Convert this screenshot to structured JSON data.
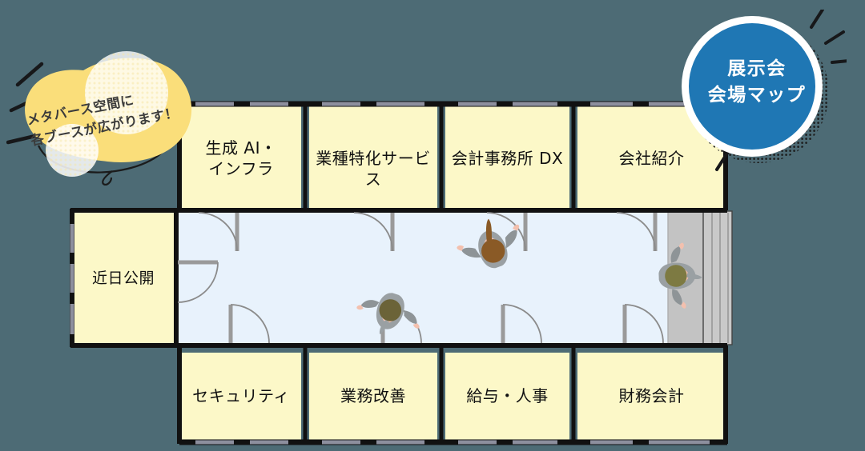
{
  "page": {
    "background_color": "#4d6b75",
    "title": "展示会 会場マップ"
  },
  "badge": {
    "name": "venue-map-badge",
    "line1": "展示会",
    "line2": "会場マップ",
    "text": "展示会\n会場マップ",
    "fill_color": "#1f77b4",
    "ring_color": "#ffffff",
    "text_color": "#ffffff"
  },
  "callout": {
    "name": "metaverse-callout",
    "line1": "メタバース空間に",
    "line2": "各ブースが広がります！",
    "text": "メタバース空間に\n各ブースが広がります！",
    "fill_color": "#fade7a",
    "text_color": "#3b3b3b"
  },
  "floorplan": {
    "corridor_color": "#e8f2fc",
    "room_color": "#fcf8c8",
    "wall_color": "#111111",
    "stairs_color": "#c0c0c0",
    "door_color": "#8a8a8a",
    "window_color": "#8d8fa0",
    "rooms_top": [
      {
        "id": "room-gen-ai",
        "label": "生成 AI・\nインフラ"
      },
      {
        "id": "room-industry-service",
        "label": "業種特化サービス"
      },
      {
        "id": "room-accounting-dx",
        "label": "会計事務所 DX"
      },
      {
        "id": "room-company-intro",
        "label": "会社紹介"
      }
    ],
    "rooms_bottom": [
      {
        "id": "room-security",
        "label": "セキュリティ"
      },
      {
        "id": "room-ops-improvement",
        "label": "業務改善"
      },
      {
        "id": "room-payroll-hr",
        "label": "給与・人事"
      },
      {
        "id": "room-financial-accounting",
        "label": "財務会計"
      }
    ],
    "rooms_left": [
      {
        "id": "room-coming-soon",
        "label": "近日公開"
      }
    ],
    "avatars": [
      {
        "id": "avatar-corridor-center-top",
        "hair_color": "#8a5a26"
      },
      {
        "id": "avatar-corridor-center-bottom",
        "hair_color": "#6b6338"
      },
      {
        "id": "avatar-stairs",
        "hair_color": "#7d7a42"
      }
    ]
  }
}
